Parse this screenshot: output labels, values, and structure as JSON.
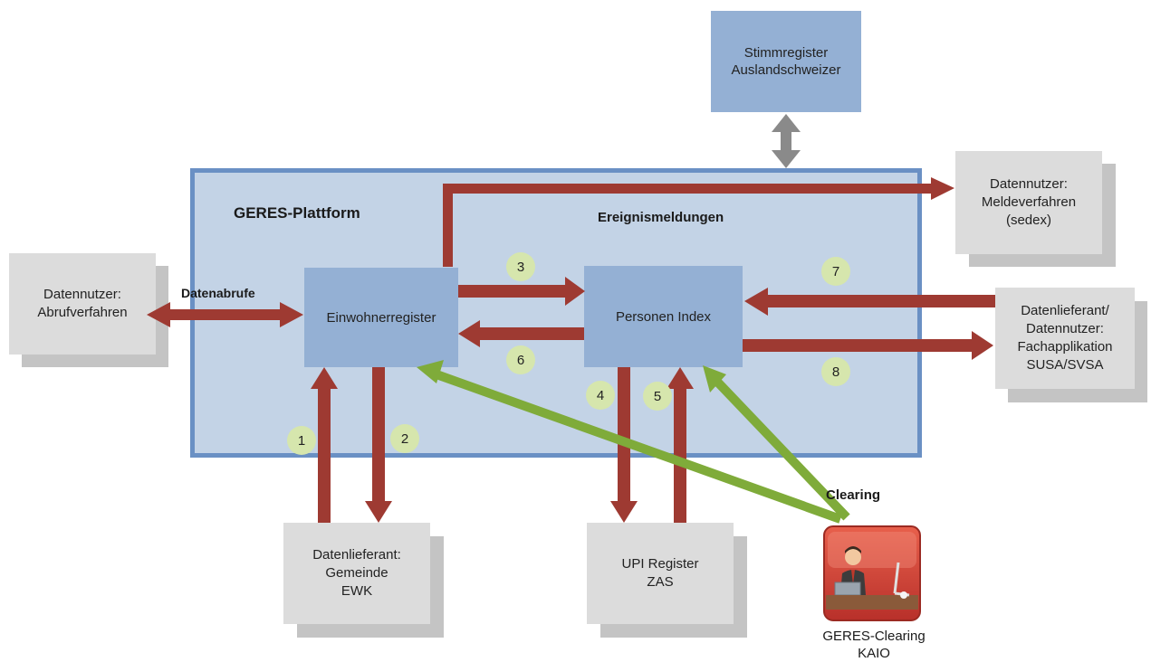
{
  "platform": {
    "title": "GERES-Plattform",
    "events_label": "Ereignismeldungen"
  },
  "nodes": {
    "stimmregister": {
      "line1": "Stimmregister",
      "line2": "Auslandschweizer"
    },
    "einwohnerregister": {
      "label": "Einwohnerregister"
    },
    "personen_index": {
      "label": "Personen Index"
    },
    "abrufverfahren": {
      "line1": "Datennutzer:",
      "line2": "Abrufverfahren"
    },
    "meldeverfahren": {
      "line1": "Datennutzer:",
      "line2": "Meldeverfahren",
      "line3": "(sedex)"
    },
    "fachapplikation": {
      "line1": "Datenlieferant/",
      "line2": "Datennutzer:",
      "line3": "Fachapplikation",
      "line4": "SUSA/SVSA"
    },
    "gemeinde": {
      "line1": "Datenlieferant:",
      "line2": "Gemeinde",
      "line3": "EWK"
    },
    "upi": {
      "line1": "UPI Register",
      "line2": "ZAS"
    },
    "clearing": {
      "line1": "GERES-Clearing",
      "line2": "KAIO"
    }
  },
  "labels": {
    "datenabrufe": "Datenabrufe",
    "clearing": "Clearing"
  },
  "steps": [
    "1",
    "2",
    "3",
    "4",
    "5",
    "6",
    "7",
    "8"
  ],
  "colors": {
    "arrow_red": "#9e3a32",
    "arrow_green": "#7fab3a",
    "arrow_grey": "#8a8a8a",
    "platform_border": "#6a90c4"
  }
}
